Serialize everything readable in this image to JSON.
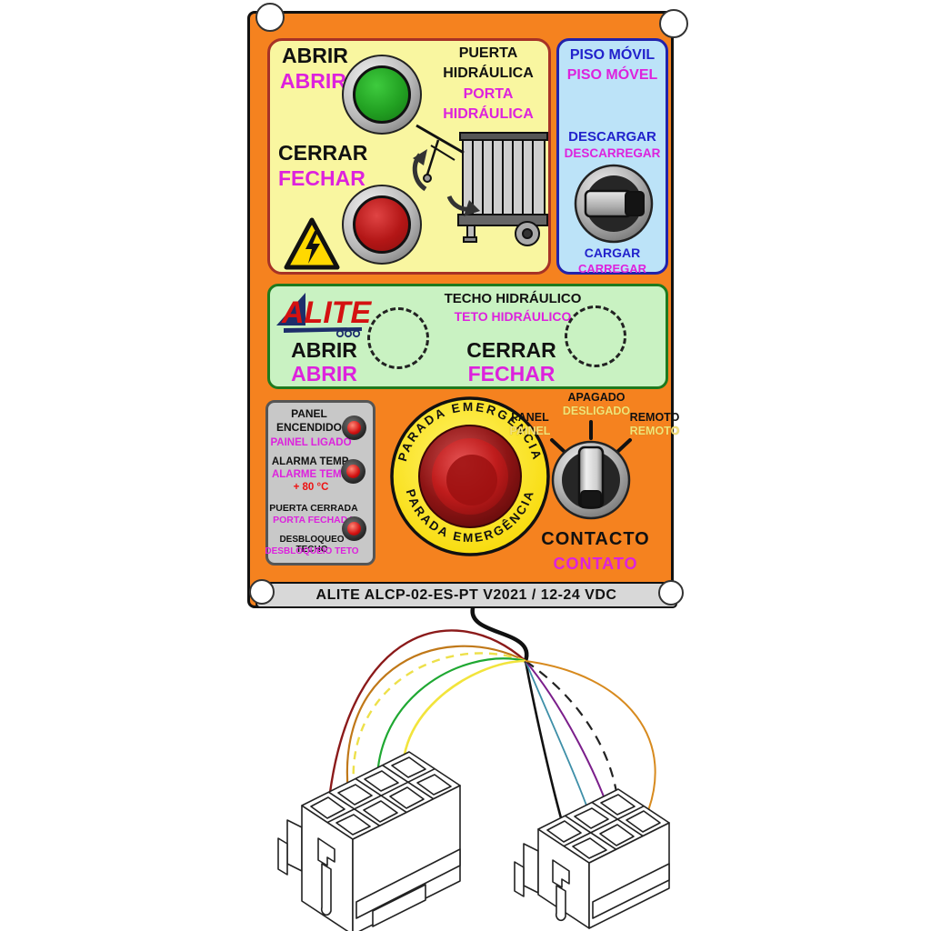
{
  "logo": {
    "text": "ALITE"
  },
  "door_section": {
    "open_es": "ABRIR",
    "open_pt": "ABRIR",
    "close_es": "CERRAR",
    "close_pt": "FECHAR",
    "title_es_1": "PUERTA",
    "title_es_2": "HIDRÁULICA",
    "title_pt_1": "PORTA",
    "title_pt_2": "HIDRÁULICA"
  },
  "floor_section": {
    "title_es": "PISO MÓVIL",
    "title_pt": "PISO MÓVEL",
    "unload_es": "DESCARGAR",
    "unload_pt": "DESCARREGAR",
    "load_es": "CARGAR",
    "load_pt": "CARREGAR"
  },
  "roof_section": {
    "title_es": "TECHO HIDRÁULICO",
    "title_pt": "TETO HIDRÁULICO",
    "open_es": "ABRIR",
    "open_pt": "ABRIR",
    "close_es": "CERRAR",
    "close_pt": "FECHAR"
  },
  "status": {
    "items": [
      {
        "es": "PANEL ENCENDIDO",
        "pt": "PAINEL LIGADO"
      },
      {
        "es": "ALARMA TEMP.",
        "pt": "ALARME TEMP.",
        "extra": "+ 80 °C"
      },
      {
        "es": "PUERTA CERRADA",
        "pt": "PORTA FECHADA"
      },
      {
        "es": "DESBLOQUEO TECHO",
        "pt": "DESBLOQUEIO TETO"
      }
    ]
  },
  "emergency": {
    "arc_es": "PARADA EMERGENCIA",
    "arc_pt": "PARADA EMERGÊNCIA"
  },
  "selector": {
    "panel_es": "PANEL",
    "panel_pt": "PAINEL",
    "off_es": "APAGADO",
    "off_pt": "DESLIGADO",
    "remote_es": "REMOTO",
    "remote_pt": "REMOTO",
    "contact_es": "CONTACTO",
    "contact_pt": "CONTATO"
  },
  "model_label": "ALITE ALCP-02-ES-PT V2021 / 12-24 VDC",
  "colors": {
    "panel_orange": "#F5821F",
    "door_bg": "#F9F6A0",
    "door_border": "#A63226",
    "floor_bg": "#BCE3F8",
    "floor_border": "#2222AA",
    "roof_bg": "#C9F2C2",
    "roof_border": "#1E7A1E",
    "status_bg": "#C8C8C8",
    "es_text": "#111111",
    "pt_text": "#DD22DD",
    "blue_text": "#2222CC",
    "alarm_red": "#EE1111",
    "selector_pt_text": "#F2E27A",
    "estop_ring": "#FFE800",
    "estop_button": "#B31616",
    "button_green": "#22A122",
    "button_red": "#B31616"
  },
  "wiring": {
    "cable_color": "#111111",
    "wires": [
      {
        "name": "dark-red",
        "color": "#8B1A1A",
        "dashed": false,
        "connector": "left-8pin"
      },
      {
        "name": "ochre-orange",
        "color": "#C07818",
        "dashed": false,
        "connector": "left-8pin"
      },
      {
        "name": "yellow-dashed",
        "color": "#EDE04A",
        "dashed": true,
        "connector": "left-8pin"
      },
      {
        "name": "green",
        "color": "#1FA832",
        "dashed": false,
        "connector": "left-8pin"
      },
      {
        "name": "yellow",
        "color": "#F2E43C",
        "dashed": false,
        "connector": "left-8pin"
      },
      {
        "name": "black",
        "color": "#111111",
        "dashed": false,
        "connector": "right-6pin"
      },
      {
        "name": "teal",
        "color": "#3E8FA8",
        "dashed": false,
        "connector": "right-6pin"
      },
      {
        "name": "purple",
        "color": "#7B1E8B",
        "dashed": false,
        "connector": "right-6pin"
      },
      {
        "name": "black-dashed",
        "color": "#222222",
        "dashed": true,
        "connector": "right-6pin"
      },
      {
        "name": "orange",
        "color": "#D78A1E",
        "dashed": false,
        "connector": "right-6pin"
      }
    ]
  }
}
